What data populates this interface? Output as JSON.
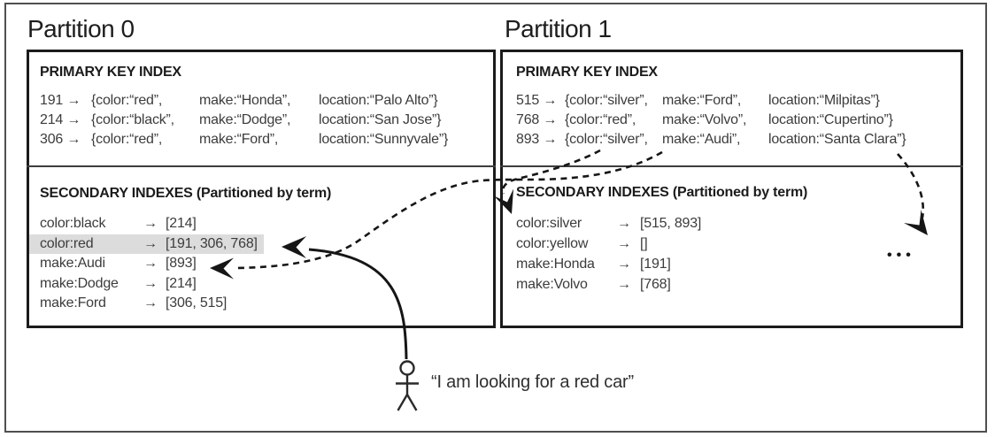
{
  "colors": {
    "highlight_row": "#dcdcdc",
    "line": "#1a1a1a"
  },
  "person_query": "“I am looking for a red car”",
  "more_partitions_ellipsis": "•••",
  "partitions": [
    {
      "label": "Partition 0",
      "primary_header": "PRIMARY KEY INDEX",
      "primary_rows": [
        {
          "id": "191 →",
          "f1": "{color:“red”,",
          "f2": "make:“Honda”,",
          "f3": "location:“Palo Alto”}"
        },
        {
          "id": "214 →",
          "f1": "{color:“black”,",
          "f2": "make:“Dodge”,",
          "f3": "location:“San Jose”}"
        },
        {
          "id": "306 →",
          "f1": "{color:“red”,",
          "f2": "make:“Ford”,",
          "f3": "location:“Sunnyvale”}"
        }
      ],
      "secondary_header": "SECONDARY INDEXES (Partitioned by term)",
      "secondary_rows": [
        {
          "term": "color:black",
          "arrow": "→",
          "value": "[214]"
        },
        {
          "term": "color:red",
          "arrow": "→",
          "value": "[191, 306, 768]"
        },
        {
          "term": "make:Audi",
          "arrow": "→",
          "value": "[893]"
        },
        {
          "term": "make:Dodge",
          "arrow": "→",
          "value": "[214]"
        },
        {
          "term": "make:Ford",
          "arrow": "→",
          "value": "[306, 515]"
        }
      ]
    },
    {
      "label": "Partition 1",
      "primary_header": "PRIMARY KEY INDEX",
      "primary_rows": [
        {
          "id": "515 →",
          "f1": "{color:“silver”,",
          "f2": "make:“Ford”,",
          "f3": "location:“Milpitas”}"
        },
        {
          "id": "768 →",
          "f1": "{color:“red”,",
          "f2": "make:“Volvo”,",
          "f3": "location:“Cupertino”}"
        },
        {
          "id": "893 →",
          "f1": "{color:“silver”,",
          "f2": "make:“Audi”,",
          "f3": "location:“Santa Clara”}"
        }
      ],
      "secondary_header": "SECONDARY INDEXES (Partitioned by term)",
      "secondary_rows": [
        {
          "term": "color:silver",
          "arrow": "→",
          "value": "[515, 893]"
        },
        {
          "term": "color:yellow",
          "arrow": "→",
          "value": "[]"
        },
        {
          "term": "make:Honda",
          "arrow": "→",
          "value": "[191]"
        },
        {
          "term": "make:Volvo",
          "arrow": "→",
          "value": "[768]"
        }
      ]
    }
  ]
}
